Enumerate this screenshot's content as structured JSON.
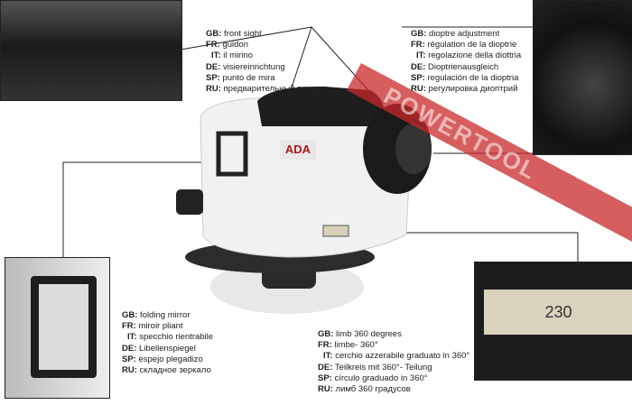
{
  "watermark": "POWERTOOL",
  "logo": "ADA",
  "scale_reading": "230",
  "callouts": {
    "front_sight": [
      {
        "lang": "GB:",
        "text": " front sight"
      },
      {
        "lang": "FR:",
        "text": " guidon"
      },
      {
        "lang": "IT:",
        "text": " il mirino"
      },
      {
        "lang": "DE:",
        "text": " visiereinrichtung"
      },
      {
        "lang": "SP:",
        "text": " punto de mira"
      },
      {
        "lang": "RU:",
        "text": " предварительный прицел"
      }
    ],
    "dioptre": [
      {
        "lang": "GB:",
        "text": " dioptre adjustment"
      },
      {
        "lang": "FR:",
        "text": " régulation de la dioptrie"
      },
      {
        "lang": "IT:",
        "text": " regolazione della diottria"
      },
      {
        "lang": "DE:",
        "text": " Dioptrienausgleich"
      },
      {
        "lang": "SP:",
        "text": " regulación de la dioptria"
      },
      {
        "lang": "RU:",
        "text": " регулировка диоптрий"
      }
    ],
    "mirror": [
      {
        "lang": "GB:",
        "text": " folding mirror"
      },
      {
        "lang": "FR:",
        "text": " miroir pliant"
      },
      {
        "lang": "IT:",
        "text": " specchio rientrabile"
      },
      {
        "lang": "DE:",
        "text": " Libellenspiegel"
      },
      {
        "lang": "SP:",
        "text": " espejo plegadizo"
      },
      {
        "lang": "RU:",
        "text": " складное зеркало"
      }
    ],
    "limb": [
      {
        "lang": "GB:",
        "text": " limb 360 degrees"
      },
      {
        "lang": "FR:",
        "text": " limbe- 360°"
      },
      {
        "lang": "IT:",
        "text": " cerchio azzerabile graduato in 360°"
      },
      {
        "lang": "DE:",
        "text": " Teilkreis mit 360°- Teilung"
      },
      {
        "lang": "SP:",
        "text": " círculo  graduado in 360°"
      },
      {
        "lang": "RU:",
        "text": " лимб 360 градусов"
      }
    ]
  }
}
